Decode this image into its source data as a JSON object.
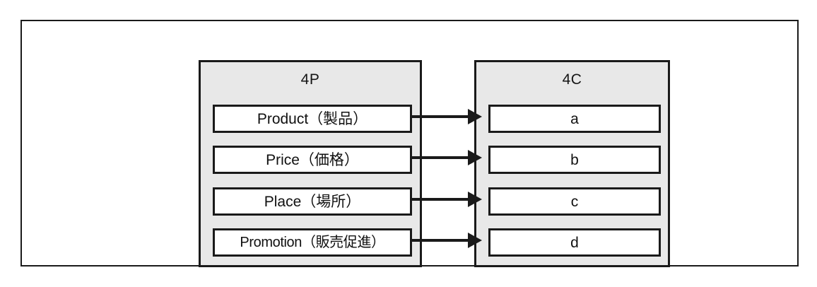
{
  "diagram": {
    "title_4p": "4P",
    "title_4c": "4C",
    "groups": [
      {
        "key": "4p",
        "title": "4P",
        "items": [
          {
            "label": "Product（製品）"
          },
          {
            "label": "Price（価格）"
          },
          {
            "label": "Place（場所）"
          },
          {
            "label": "Promotion（販売促進）"
          }
        ]
      },
      {
        "key": "4c",
        "title": "4C",
        "items": [
          {
            "label": "a"
          },
          {
            "label": "b"
          },
          {
            "label": "c"
          },
          {
            "label": "d"
          }
        ]
      }
    ],
    "connections": [
      {
        "from": "Product（製品）",
        "to": "a"
      },
      {
        "from": "Price（価格）",
        "to": "b"
      },
      {
        "from": "Place（場所）",
        "to": "c"
      },
      {
        "from": "Promotion（販売促進）",
        "to": "d"
      }
    ],
    "colors": {
      "panel_fill": "#e8e8e8",
      "box_fill": "#ffffff",
      "stroke": "#1a1a1a",
      "text": "#111111",
      "background": "#ffffff"
    }
  }
}
